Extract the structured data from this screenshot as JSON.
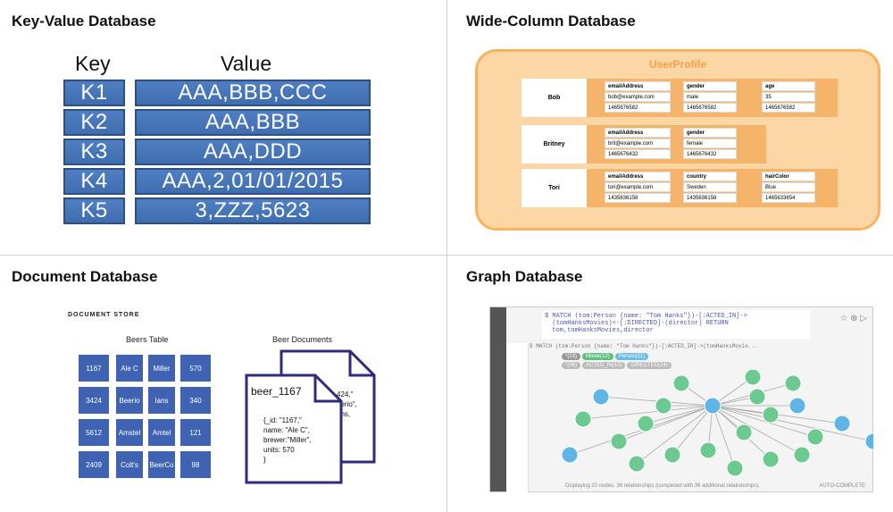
{
  "quadrants": {
    "key_value": {
      "title": "Key-Value Database",
      "key_header": "Key",
      "value_header": "Value",
      "rows": [
        {
          "key": "K1",
          "value": "AAA,BBB,CCC"
        },
        {
          "key": "K2",
          "value": "AAA,BBB"
        },
        {
          "key": "K3",
          "value": "AAA,DDD"
        },
        {
          "key": "K4",
          "value": "AAA,2,01/01/2015"
        },
        {
          "key": "K5",
          "value": "3,ZZZ,5623"
        }
      ]
    },
    "wide_column": {
      "title": "Wide-Column Database",
      "table_name": "UserProfile",
      "rows": [
        {
          "key": "Bob",
          "columns": [
            {
              "name": "emailAddress",
              "value": "bob@example.com",
              "ts": "1465676582"
            },
            {
              "name": "gender",
              "value": "male",
              "ts": "1465676582"
            },
            {
              "name": "age",
              "value": "35",
              "ts": "1465676582"
            }
          ]
        },
        {
          "key": "Britney",
          "columns": [
            {
              "name": "emailAddress",
              "value": "brit@example.com",
              "ts": "1465676432"
            },
            {
              "name": "gender",
              "value": "female",
              "ts": "1465676432"
            }
          ]
        },
        {
          "key": "Tori",
          "columns": [
            {
              "name": "emailAddress",
              "value": "tori@example.com",
              "ts": "1435636158"
            },
            {
              "name": "country",
              "value": "Sweden",
              "ts": "1435636158"
            },
            {
              "name": "hairColor",
              "value": "Blue",
              "ts": "1465633654"
            }
          ]
        }
      ]
    },
    "document": {
      "title": "Document Database",
      "store_label": "DOCUMENT STORE",
      "table_title": "Beers Table",
      "docs_title": "Beer Documents",
      "table_rows": [
        [
          "1167",
          "Ale C",
          "Miller",
          "570"
        ],
        [
          "3424",
          "Beerio",
          "Ians",
          "340"
        ],
        [
          "5612",
          "Amstel",
          "Amtel",
          "121"
        ],
        [
          "2409",
          "Colt's",
          "BeerCo",
          "98"
        ]
      ],
      "doc_name": "beer_1167",
      "doc_lines": [
        "{_id: \"1167,\"",
        "name: \"Ale C\",",
        "brewer:\"Miller\",",
        "units: 570",
        "}"
      ],
      "back_doc_lines": [
        "424,\"",
        "eerio\",",
        "ans,"
      ]
    },
    "graph": {
      "title": "Graph Database",
      "query_lines": [
        "$ MATCH (tom:Person {name: \"Tom Hanks\"})-[:ACTED_IN]->",
        "  (tomHanksMovies)<-[:DIRECTED]-(director) RETURN",
        "  tom,tomHanksMovies,director"
      ],
      "query_echo": "$ MATCH (tom:Person {name: \"Tom Hanks\"})-[:ACTED_IN]->(tomHanksMovie...",
      "tags": [
        "*(23)",
        "Movie(12)",
        "Person(11)"
      ],
      "rel_tags": [
        "*(36)",
        "ACTED_IN(12)",
        "DIRECTED(24)"
      ],
      "status": "Displaying 23 nodes, 36 relationships (completed with 36 additional relationships).",
      "auto_complete": "AUTO-COMPLETE",
      "colors": {
        "movie": "#6cc990",
        "person": "#5fb6e6",
        "edge": "#a9a9a9"
      }
    }
  }
}
